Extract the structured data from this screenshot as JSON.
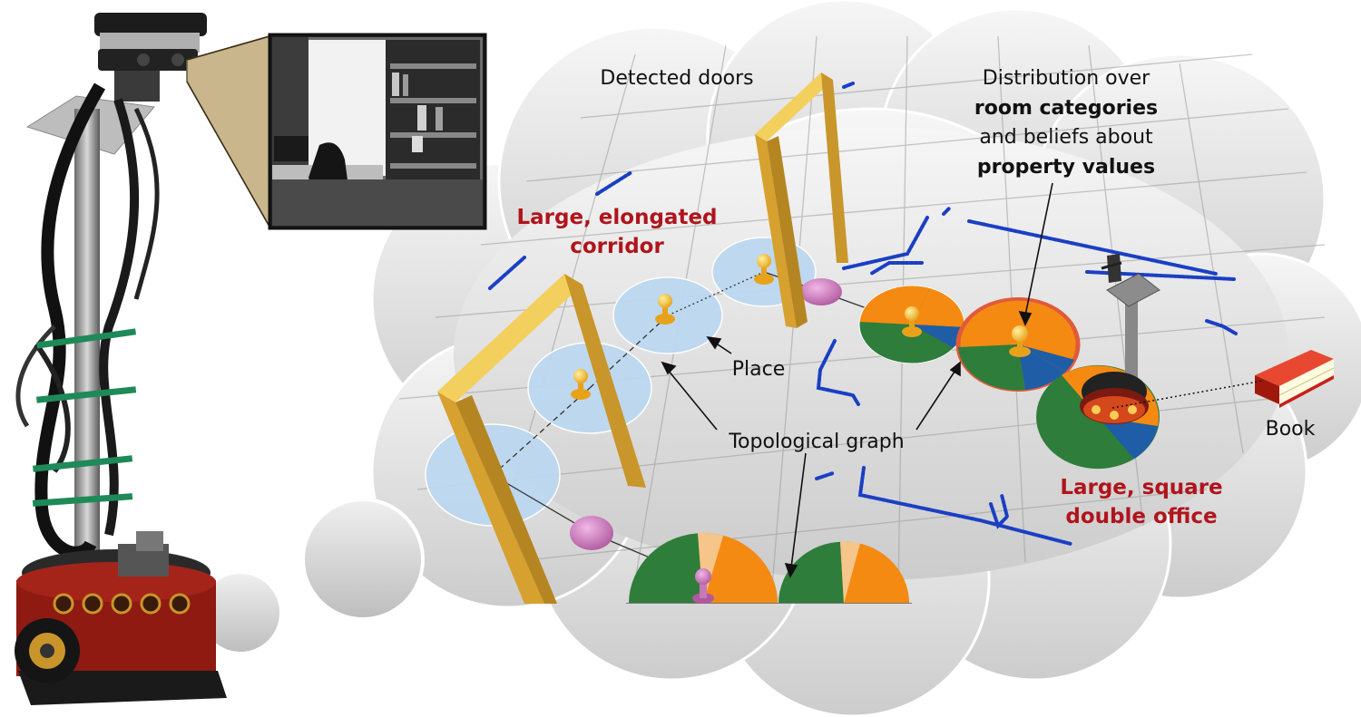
{
  "labels": {
    "detected_doors": "Detected doors",
    "distribution_line1": "Distribution over",
    "distribution_line2_bold": "room categories",
    "distribution_line3": "and beliefs about",
    "distribution_line4_bold": "property values",
    "corridor_line1": "Large, elongated",
    "corridor_line2": "corridor",
    "place": "Place",
    "topological_graph": "Topological graph",
    "book": "Book",
    "office_line1": "Large, square",
    "office_line2": "double office"
  },
  "colors": {
    "cloud_fill_top": "#f4f4f4",
    "cloud_fill_bottom": "#cfcfcf",
    "door_yellow": "#e3b53a",
    "place_blue": "#bcd8f0",
    "pie_green": "#2e7d3a",
    "pie_orange": "#f58a12",
    "pie_blue": "#1f5da6",
    "pie_peach": "#f5c58a",
    "laser_blue": "#1a3fc4",
    "red_label": "#b0141c",
    "book_red": "#d42a1c",
    "pink_node": "#c978b8"
  }
}
